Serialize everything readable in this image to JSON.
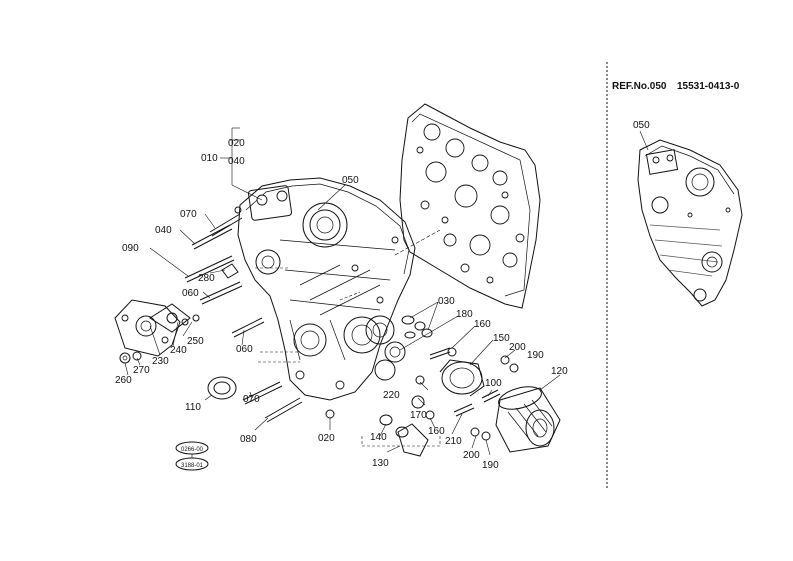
{
  "reference": {
    "ref_no": "REF.No.050",
    "part_code": "15531-0413-0",
    "detail_label": "050"
  },
  "callouts": {
    "c020_top": "020",
    "c040_top": "040",
    "c010": "010",
    "c050": "050",
    "c070_a": "070",
    "c040_b": "040",
    "c090": "090",
    "c280": "280",
    "c060_a": "060",
    "c250": "250",
    "c240": "240",
    "c230": "230",
    "c270": "270",
    "c260": "260",
    "c060_b": "060",
    "c110": "110",
    "c070_b": "070",
    "c080": "080",
    "c020_b": "020",
    "c030": "030",
    "c180": "180",
    "c160_a": "160",
    "c150": "150",
    "c200_a": "200",
    "c190_a": "190",
    "c220": "220",
    "c170": "170",
    "c100": "100",
    "c120": "120",
    "c140": "140",
    "c160_b": "160",
    "c210": "210",
    "c130": "130",
    "c200_b": "200",
    "c190_b": "190"
  },
  "stamps": {
    "stamp_top": "0266-00",
    "stamp_bottom": "3188-01"
  }
}
